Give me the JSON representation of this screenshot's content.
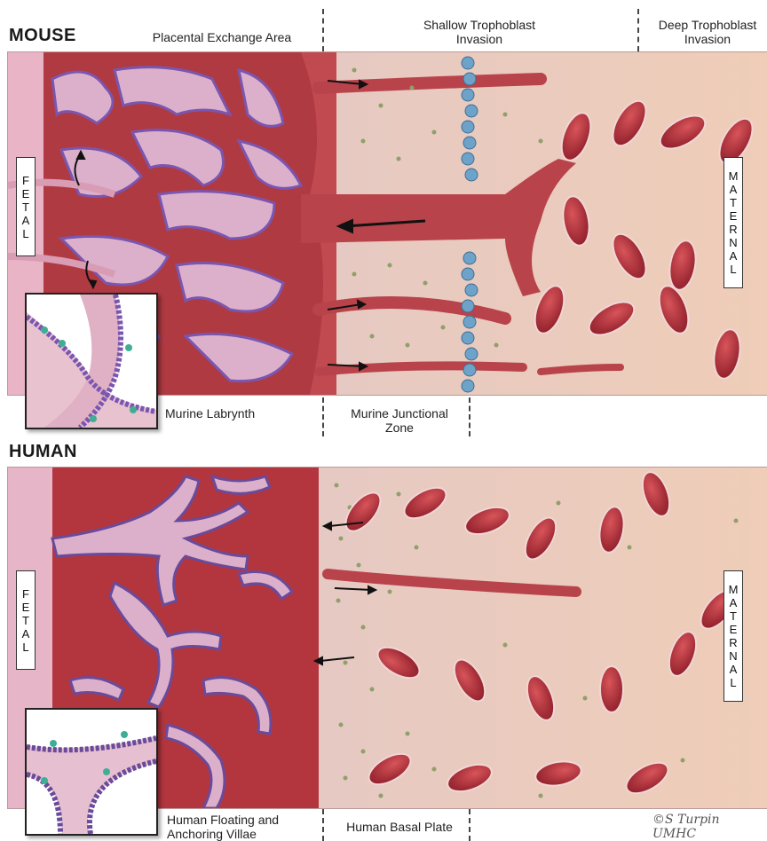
{
  "mouse": {
    "title": "MOUSE",
    "regions": [
      "Placental Exchange Area",
      "Shallow Trophoblast Invasion",
      "Deep Trophoblast Invasion"
    ],
    "bottom_labels": [
      "Murine Labrynth",
      "Murine Junctional Zone"
    ],
    "fetal_letters": [
      "F",
      "E",
      "T",
      "A",
      "L"
    ],
    "maternal_letters": [
      "M",
      "A",
      "T",
      "E",
      "R",
      "N",
      "A",
      "L"
    ]
  },
  "human": {
    "title": "HUMAN",
    "bottom_labels": [
      "Human Floating and Anchoring Villae",
      "Human Basal Plate"
    ],
    "fetal_letters": [
      "F",
      "E",
      "T",
      "A",
      "L"
    ],
    "maternal_letters": [
      "M",
      "A",
      "T",
      "E",
      "R",
      "N",
      "A",
      "L"
    ]
  },
  "signature": "©S Turpin UMHC",
  "colors": {
    "maternal_blood": "#b8343c",
    "villi": "#d9a7c4",
    "trophoblast_border": "#7a56b0",
    "glycogen_cell": "#6da2c9",
    "trophoblast_cell": "#8fa06a",
    "tissue": "#e9c2b8"
  }
}
